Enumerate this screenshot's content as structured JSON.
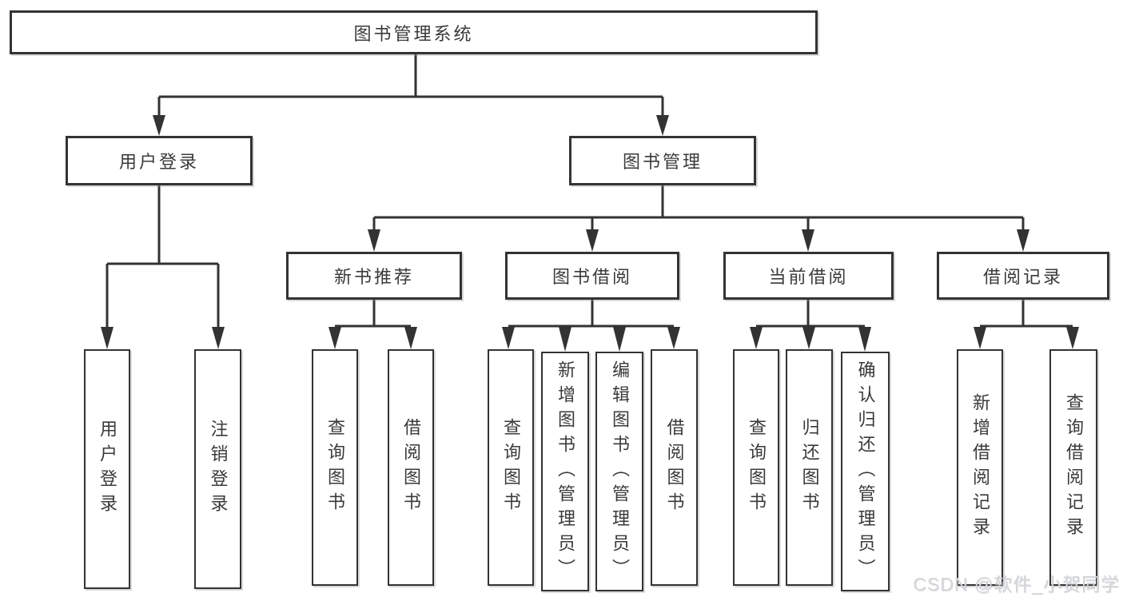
{
  "diagram": {
    "title": "图书管理系统",
    "branches": [
      {
        "label": "用户登录",
        "children": [
          {
            "label": "用户登录"
          },
          {
            "label": "注销登录"
          }
        ]
      },
      {
        "label": "图书管理",
        "children": [
          {
            "label": "新书推荐",
            "children": [
              {
                "label": "查询图书"
              },
              {
                "label": "借阅图书"
              }
            ]
          },
          {
            "label": "图书借阅",
            "children": [
              {
                "label": "查询图书"
              },
              {
                "label": "新增图书（管理员）"
              },
              {
                "label": "编辑图书（管理员）"
              },
              {
                "label": "借阅图书"
              }
            ]
          },
          {
            "label": "当前借阅",
            "children": [
              {
                "label": "查询图书"
              },
              {
                "label": "归还图书"
              },
              {
                "label": "确认归还（管理员）"
              }
            ]
          },
          {
            "label": "借阅记录",
            "children": [
              {
                "label": "新增借阅记录"
              },
              {
                "label": "查询借阅记录"
              }
            ]
          }
        ]
      }
    ]
  },
  "watermark": {
    "text": "CSDN @软件_小贺同学"
  },
  "colors": {
    "line": "#333333",
    "border": "#333333",
    "text": "#3a3a3a",
    "background": "#ffffff",
    "watermark": "#d4d6d9"
  }
}
